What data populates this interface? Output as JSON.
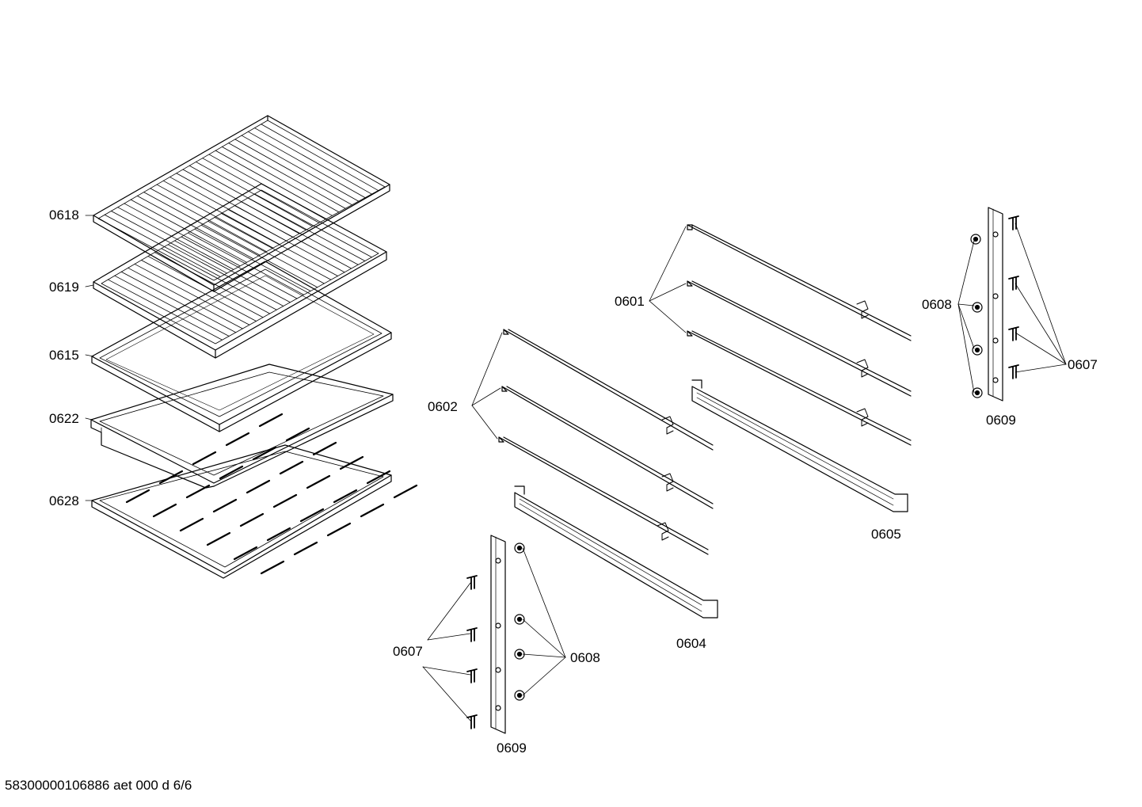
{
  "labels": {
    "p0618": "0618",
    "p0619": "0619",
    "p0615": "0615",
    "p0622": "0622",
    "p0628": "0628",
    "p0601": "0601",
    "p0602": "0602",
    "p0605": "0605",
    "p0604": "0604",
    "p0608_right": "0608",
    "p0607_right": "0607",
    "p0609_right": "0609",
    "p0607_left": "0607",
    "p0608_left": "0608",
    "p0609_left": "0609"
  },
  "footer": "58300000106886 aet 000 d 6/6"
}
